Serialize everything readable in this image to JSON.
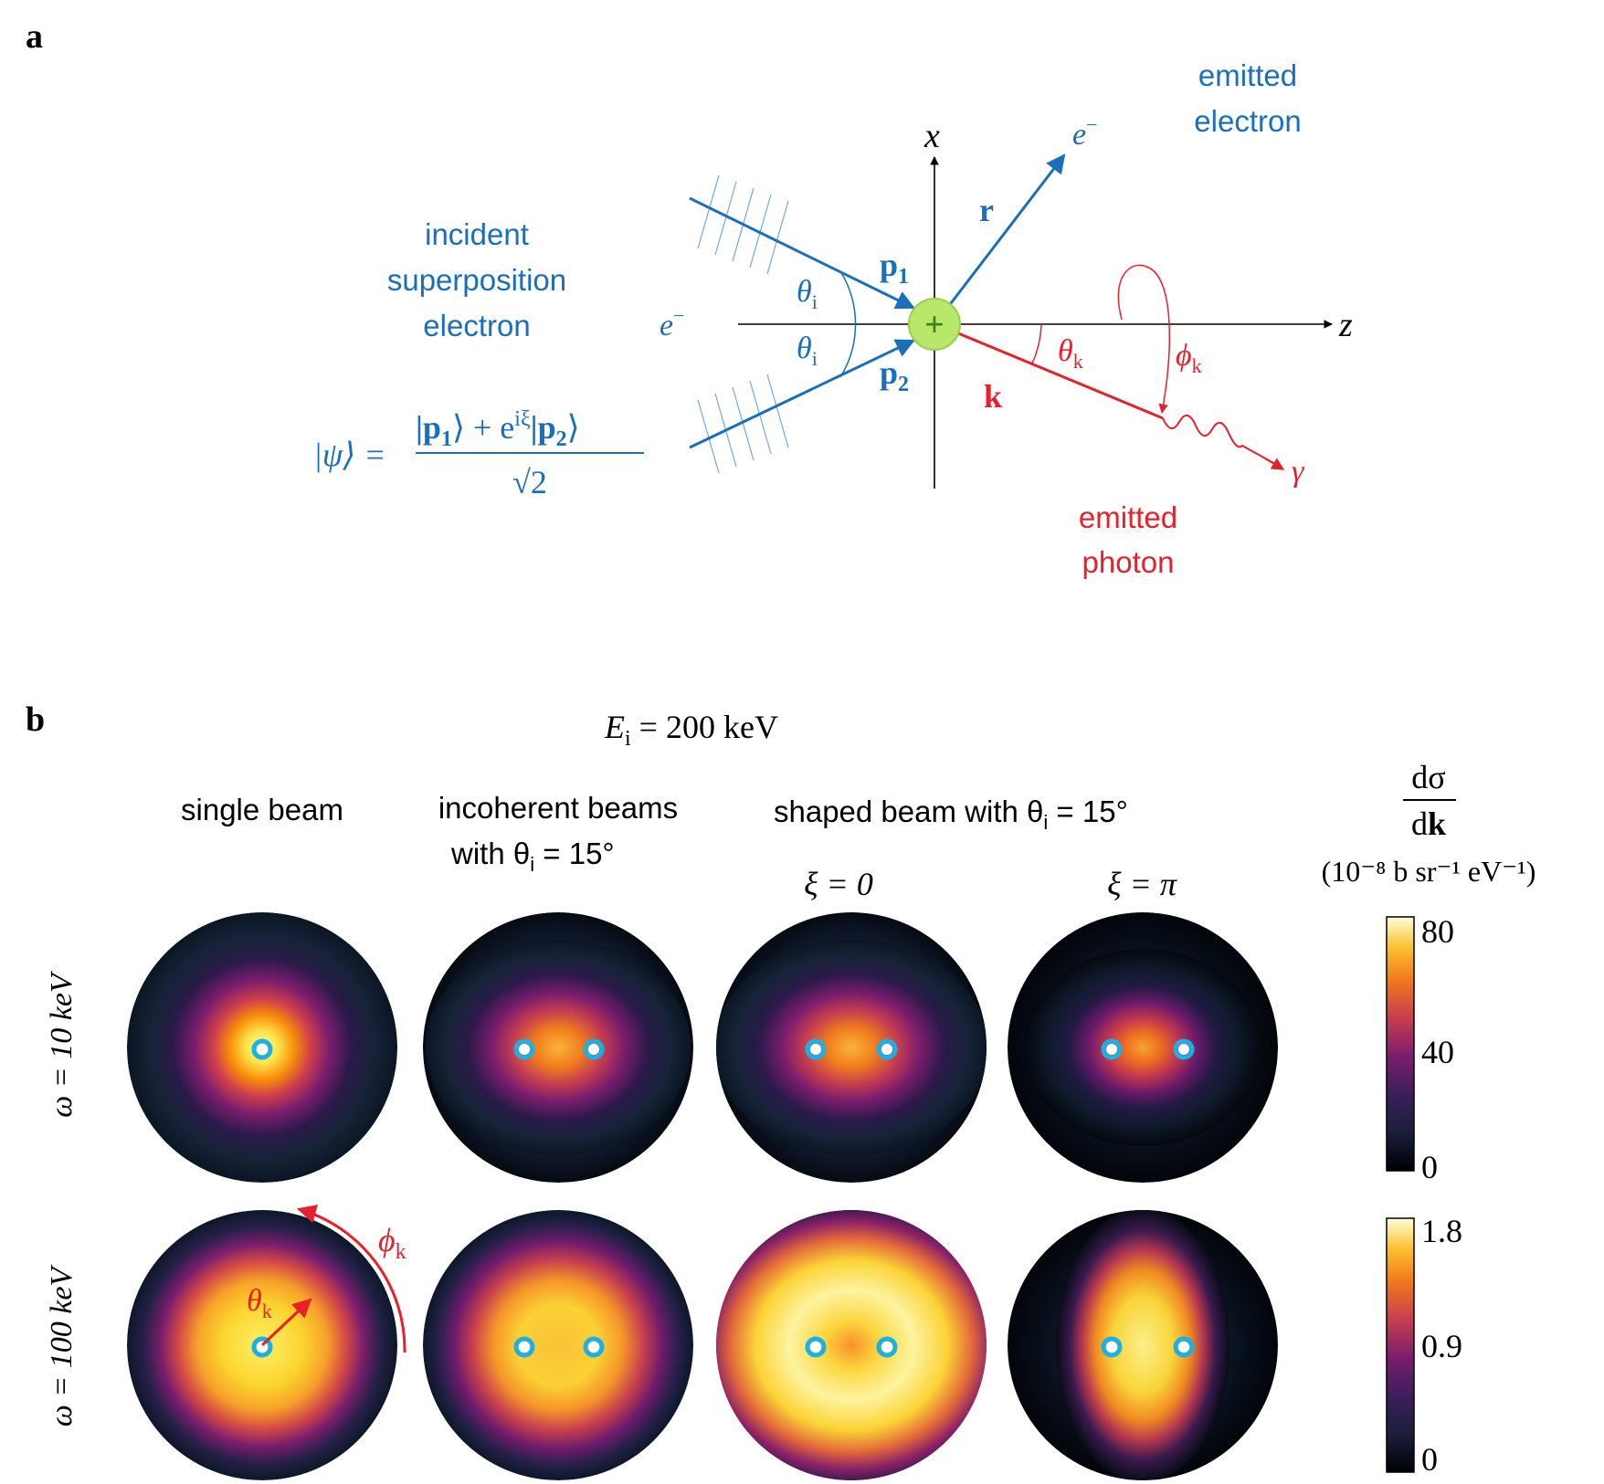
{
  "colors": {
    "blue": "#1a6fba",
    "red": "#e8202a",
    "nucleus_fill": "#b8e86a",
    "nucleus_plus": "#3f7f1e",
    "marker": "#1bb0e6"
  },
  "panel_a": {
    "label": "a",
    "axis_x": "x",
    "axis_z": "z",
    "vec_r": "r",
    "vec_k": "k",
    "vec_p1": "p",
    "vec_p1_sub": "1",
    "vec_p2": "p",
    "vec_p2_sub": "2",
    "theta_i": "θ",
    "theta_i_sub": "i",
    "theta_k": "θ",
    "theta_k_sub": "k",
    "phi_k": "ϕ",
    "phi_k_sub": "k",
    "electron_symbol": "e",
    "electron_sup": "−",
    "gamma": "γ",
    "nucleus_plus": "+",
    "label_emitted_electron": [
      "emitted",
      "electron"
    ],
    "label_incident": [
      "incident",
      "superposition",
      "electron"
    ],
    "label_emitted_photon": [
      "emitted",
      "photon"
    ],
    "psi_lhs": "|ψ⟩ =",
    "psi_num_a": "|p",
    "psi_num_a_sub": "1",
    "psi_num_mid": "⟩ + e",
    "psi_num_sup": "iξ",
    "psi_num_b": "|p",
    "psi_num_b_sub": "2",
    "psi_num_end": "⟩",
    "psi_den": "√2"
  },
  "panel_b": {
    "label": "b",
    "energy": "E",
    "energy_sub": "i",
    "energy_rest": " = 200 keV",
    "col_single": "single beam",
    "col_incoherent": [
      "incoherent beams",
      "with θ",
      "i",
      " = 15°"
    ],
    "col_shaped": [
      "shaped beam with θ",
      "i",
      " = 15°"
    ],
    "xi_zero": "ξ = 0",
    "xi_pi": "ξ = π",
    "row1": "ω = 10 keV",
    "row2": "ω = 100 keV",
    "cbar_title_num": "dσ",
    "cbar_title_den_d": "d",
    "cbar_title_den_k": "k",
    "cbar_units": "(10⁻⁸ b sr⁻¹ eV⁻¹)",
    "cbar1_ticks": [
      "80",
      "40",
      "0"
    ],
    "cbar2_ticks": [
      "1.8",
      "0.9",
      "0"
    ],
    "overlay_theta": "θ",
    "overlay_theta_sub": "k",
    "overlay_phi": "ϕ",
    "overlay_phi_sub": "k"
  }
}
